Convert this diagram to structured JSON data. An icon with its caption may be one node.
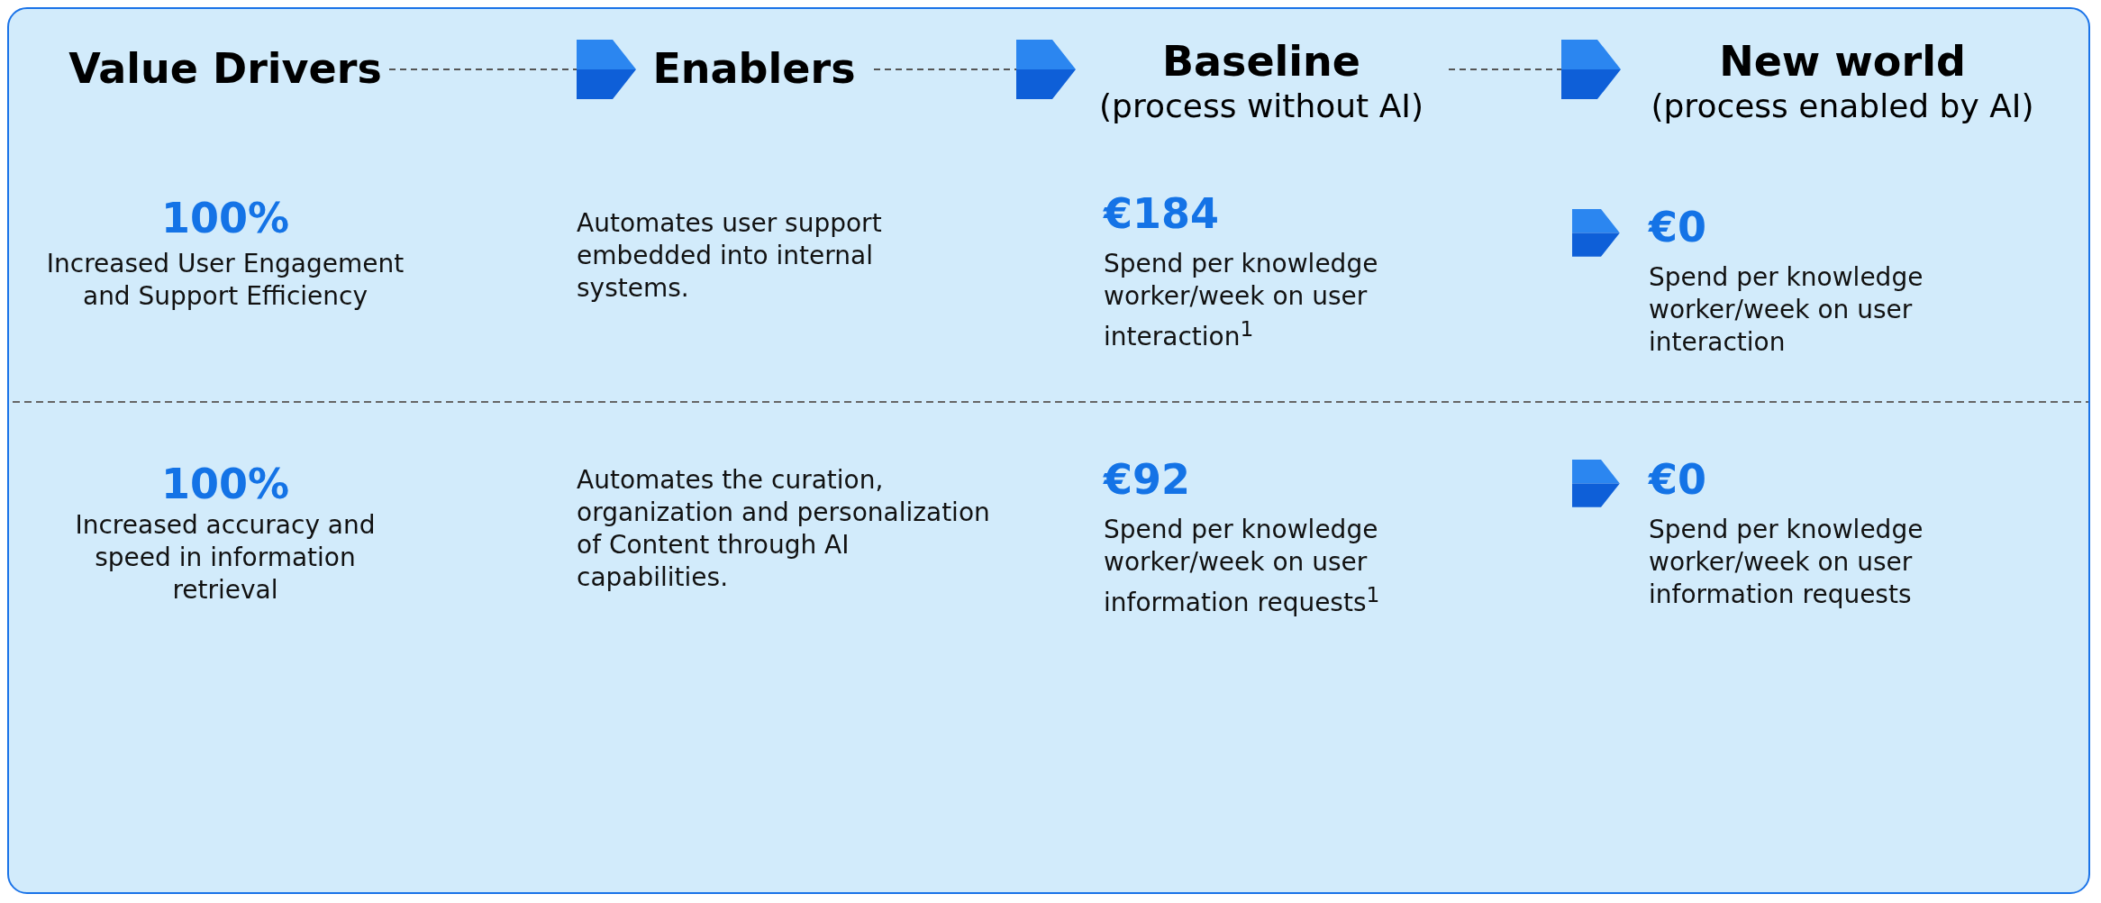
{
  "diagram": {
    "nodes": [
      {
        "text": [
          "Value Drivers"
        ]
      },
      {
        "text": [
          "Enablers"
        ]
      },
      {
        "text": [
          "Baseline",
          "(process without AI)"
        ]
      },
      {
        "text": [
          "New world",
          "(process enabled by AI)"
        ]
      }
    ],
    "edges": [
      {
        "from": 0,
        "to": 1,
        "arrow": "to",
        "style": "dashed"
      },
      {
        "from": 1,
        "to": 2,
        "arrow": "to",
        "style": "dashed"
      },
      {
        "from": 2,
        "to": 3,
        "arrow": "to",
        "style": "dashed"
      }
    ],
    "labels": [
      "100%",
      "Increased User Engagement and Support Efficiency",
      "Automates user support embedded into internal systems.",
      "€184",
      "Spend per knowledge worker/week on user interaction$^{1}$",
      "€0",
      "Spend per knowledge worker/week on user interaction",
      "100%",
      "Increased accuracy and speed in information retrieval",
      "Automates the curation, organization and personalization of Content through AI capabilities.",
      "€92",
      "Spend per knowledge worker/week on user information requests$^{1}$",
      "€0",
      "Spend per knowledge worker/week on user information requests"
    ]
  }
}
